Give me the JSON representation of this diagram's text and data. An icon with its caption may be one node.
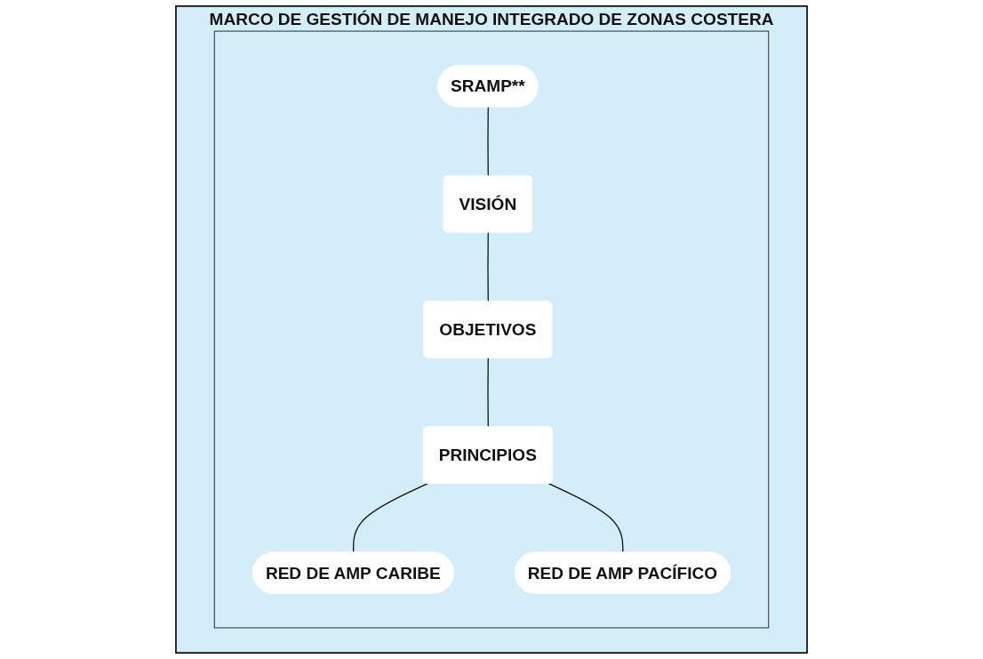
{
  "diagram": {
    "nodes": [
      {
        "text": [
          "MARCO DE GESTIÓN DE MANEJO INTEGRADO DE ZONAS COSTERA"
        ]
      },
      {
        "text": [],
        "shape": "box",
        "in": 0
      },
      {
        "text": [
          "SRAMP**"
        ],
        "in": 1
      },
      {
        "text": [
          "VISIÓN"
        ],
        "in": 1
      },
      {
        "text": [
          "OBJETIVOS"
        ],
        "in": 1
      },
      {
        "text": [
          "PRINCIPIOS"
        ],
        "in": 1
      },
      {
        "text": [
          "RED DE AMP CARIBE"
        ],
        "in": 1
      },
      {
        "text": [
          "RED DE AMP PACÍFICO"
        ],
        "in": 1
      }
    ],
    "edges": [
      {
        "from": 2,
        "to": 3,
        "arrow": "none"
      },
      {
        "from": 3,
        "to": 4,
        "arrow": "none"
      },
      {
        "from": 4,
        "to": 5,
        "arrow": "none"
      },
      {
        "from": 5,
        "to": 6,
        "arrow": "none"
      },
      {
        "from": 5,
        "to": 7,
        "arrow": "none"
      }
    ]
  }
}
